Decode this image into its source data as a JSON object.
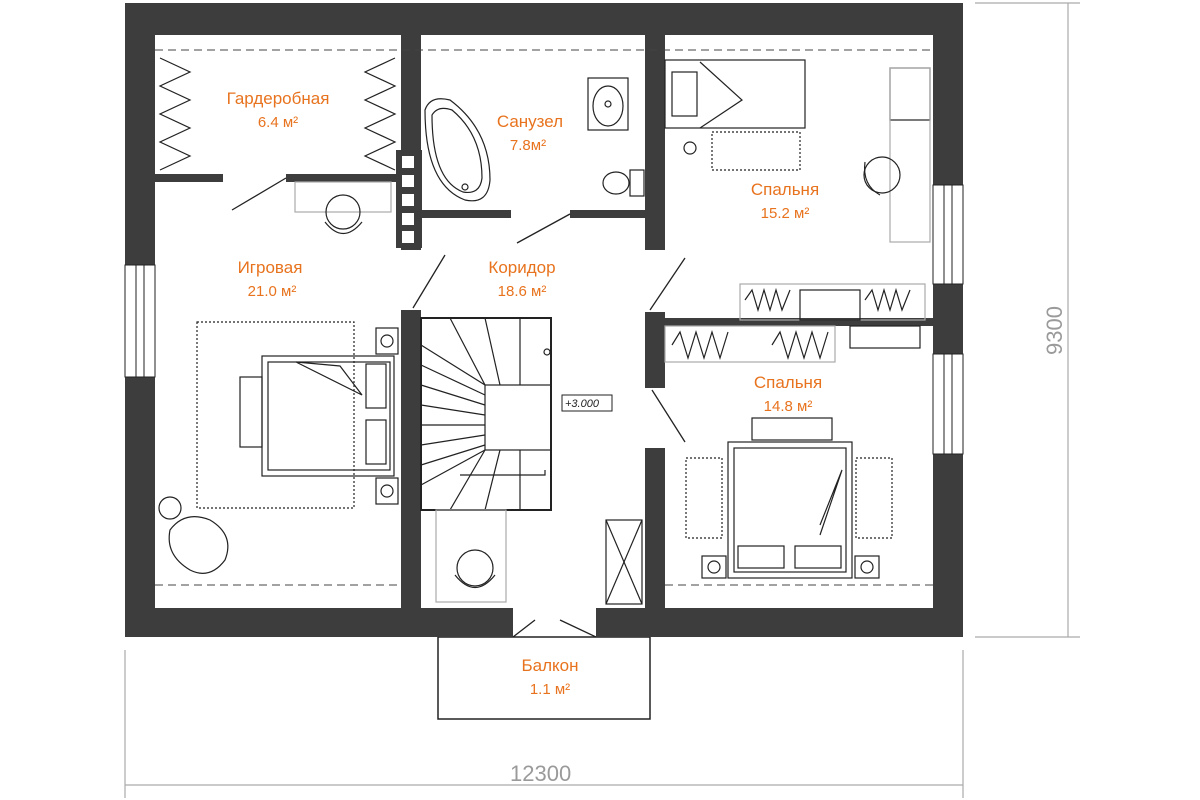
{
  "rooms": {
    "wardrobe": {
      "name": "Гардеробная",
      "area": "6.4 м²"
    },
    "bathroom": {
      "name": "Санузел",
      "area": "7.8м²"
    },
    "bedroom1": {
      "name": "Спальня",
      "area": "15.2 м²"
    },
    "playroom": {
      "name": "Игровая",
      "area": "21.0 м²"
    },
    "corridor": {
      "name": "Коридор",
      "area": "18.6 м²"
    },
    "bedroom2": {
      "name": "Спальня",
      "area": "14.8 м²"
    },
    "balcony": {
      "name": "Балкон",
      "area": "1.1 м²"
    }
  },
  "level_mark": "+3.000",
  "dimensions": {
    "width": "12300",
    "height": "9300"
  },
  "colors": {
    "wall": "#3d3d3d",
    "label": "#e8731e",
    "dimension": "#9a9a9a"
  }
}
